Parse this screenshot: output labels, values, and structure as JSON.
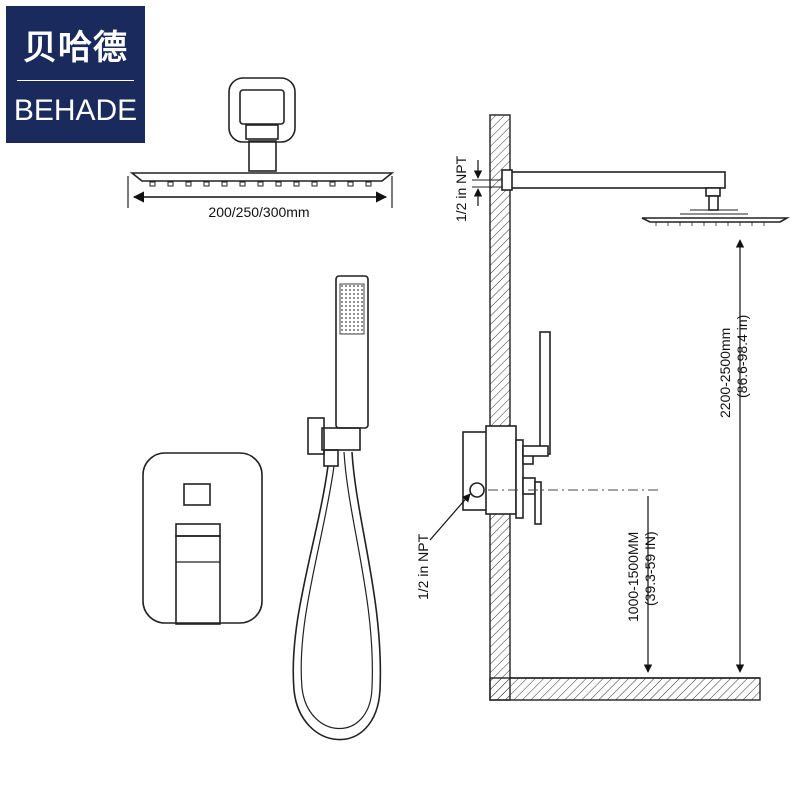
{
  "brand": {
    "name_cn": "贝哈德",
    "name_en": "BEHADE",
    "color": "#1b2a5c"
  },
  "dimensions": {
    "showerhead_width": "200/250/300mm",
    "arm_connection": "1/2 in NPT",
    "valve_connection": "1/2 in NPT",
    "shower_height_mm": "2200-2500mm",
    "shower_height_in": "(86.6-98.4 in)",
    "valve_height_mm": "1000-1500MM",
    "valve_height_in": "(39.3-59 IN)"
  },
  "colors": {
    "line": "#222222",
    "hatch": "#333333"
  }
}
